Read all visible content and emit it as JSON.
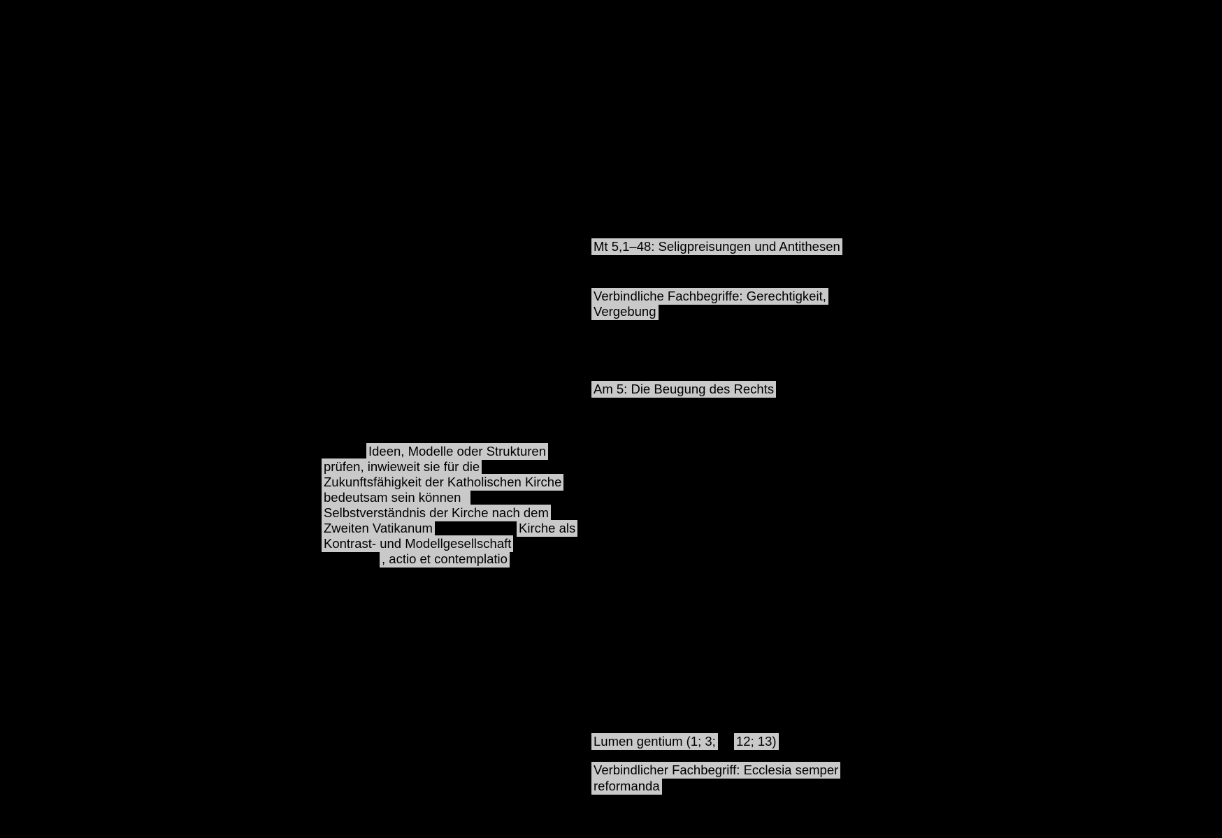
{
  "page": {
    "background_color": "#000000",
    "highlight_color": "#c9c9c9",
    "text_color": "#000000",
    "description": "Black document page with gray text-selection highlights revealing fragments of German curriculum text"
  },
  "left_block": {
    "line1": "Ideen, Modelle oder Strukturen",
    "line2": "prüfen, inwieweit sie für die",
    "line3": "Zukunftsfähigkeit der Katholischen Kirche",
    "line4": "bedeutsam sein können",
    "line5": "Selbstverständnis der Kirche nach dem",
    "line6a": "Zweiten Vatikanum",
    "line6b": "Kirche als",
    "line7": "Kontrast- und Modellgesellschaft",
    "line8": ", actio et contemplatio"
  },
  "right_column": {
    "mt_reference": "Mt 5,1–48: Seligpreisungen und Antithesen",
    "fachbegriffe_line1": "Verbindliche Fachbegriffe: Gerechtigkeit,",
    "fachbegriffe_line2": "Vergebung",
    "am_reference": "Am 5: Die Beugung des Rechts",
    "lumen_part1": "Lumen gentium (1; 3;",
    "lumen_part2": "12; 13)",
    "fachbegriff_line1": "Verbindlicher Fachbegriff: Ecclesia semper",
    "fachbegriff_line2": "reformanda"
  }
}
